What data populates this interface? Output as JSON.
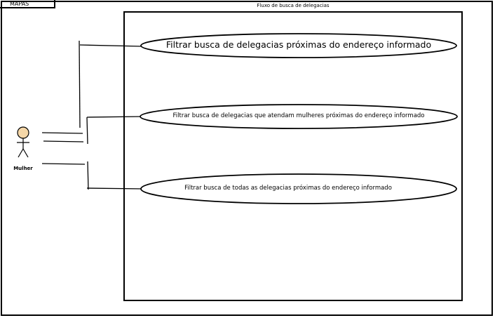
{
  "frame": {
    "tab_label": "MAPAS"
  },
  "system": {
    "title": "Fluxo de busca de delegacias"
  },
  "actor": {
    "name": "Mulher"
  },
  "use_cases": [
    {
      "label": "Filtrar busca de delegacias próximas do endereço informado"
    },
    {
      "label": "Filtrar busca de delegacias que atendam mulheres próximas do endereço informado"
    },
    {
      "label": "Filtrar busca de todas as delegacias próximas do endereço informado"
    }
  ],
  "colors": {
    "actor_fill": "#f5d7a8",
    "stroke": "#000000",
    "background": "#ffffff"
  }
}
